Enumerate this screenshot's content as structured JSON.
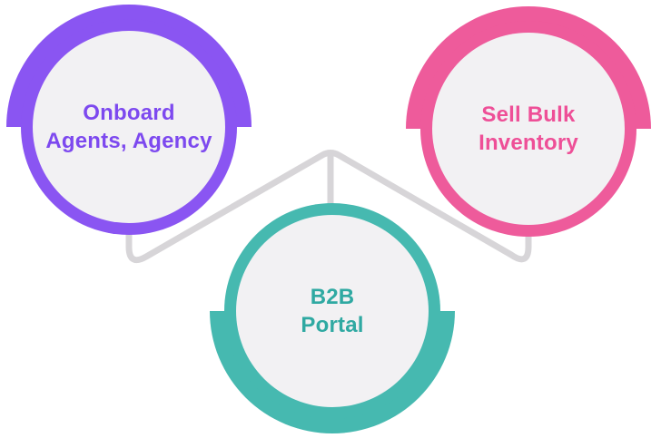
{
  "diagram": {
    "background": "#ffffff",
    "inner_fill": "#f2f1f3",
    "connector_color": "#d7d5d8",
    "nodes": [
      {
        "id": "onboard-agents-agency",
        "line1": "Onboard",
        "line2": "Agents, Agency",
        "accent_color": "#8a55f2",
        "text_color": "#7d49ef"
      },
      {
        "id": "sell-bulk-inventory",
        "line1": "Sell Bulk",
        "line2": "Inventory",
        "accent_color": "#ee5b9b",
        "text_color": "#ee4f97"
      },
      {
        "id": "b2b-portal",
        "line1": "B2B",
        "line2": "Portal",
        "accent_color": "#46b9b0",
        "text_color": "#2fa9a2"
      }
    ]
  }
}
